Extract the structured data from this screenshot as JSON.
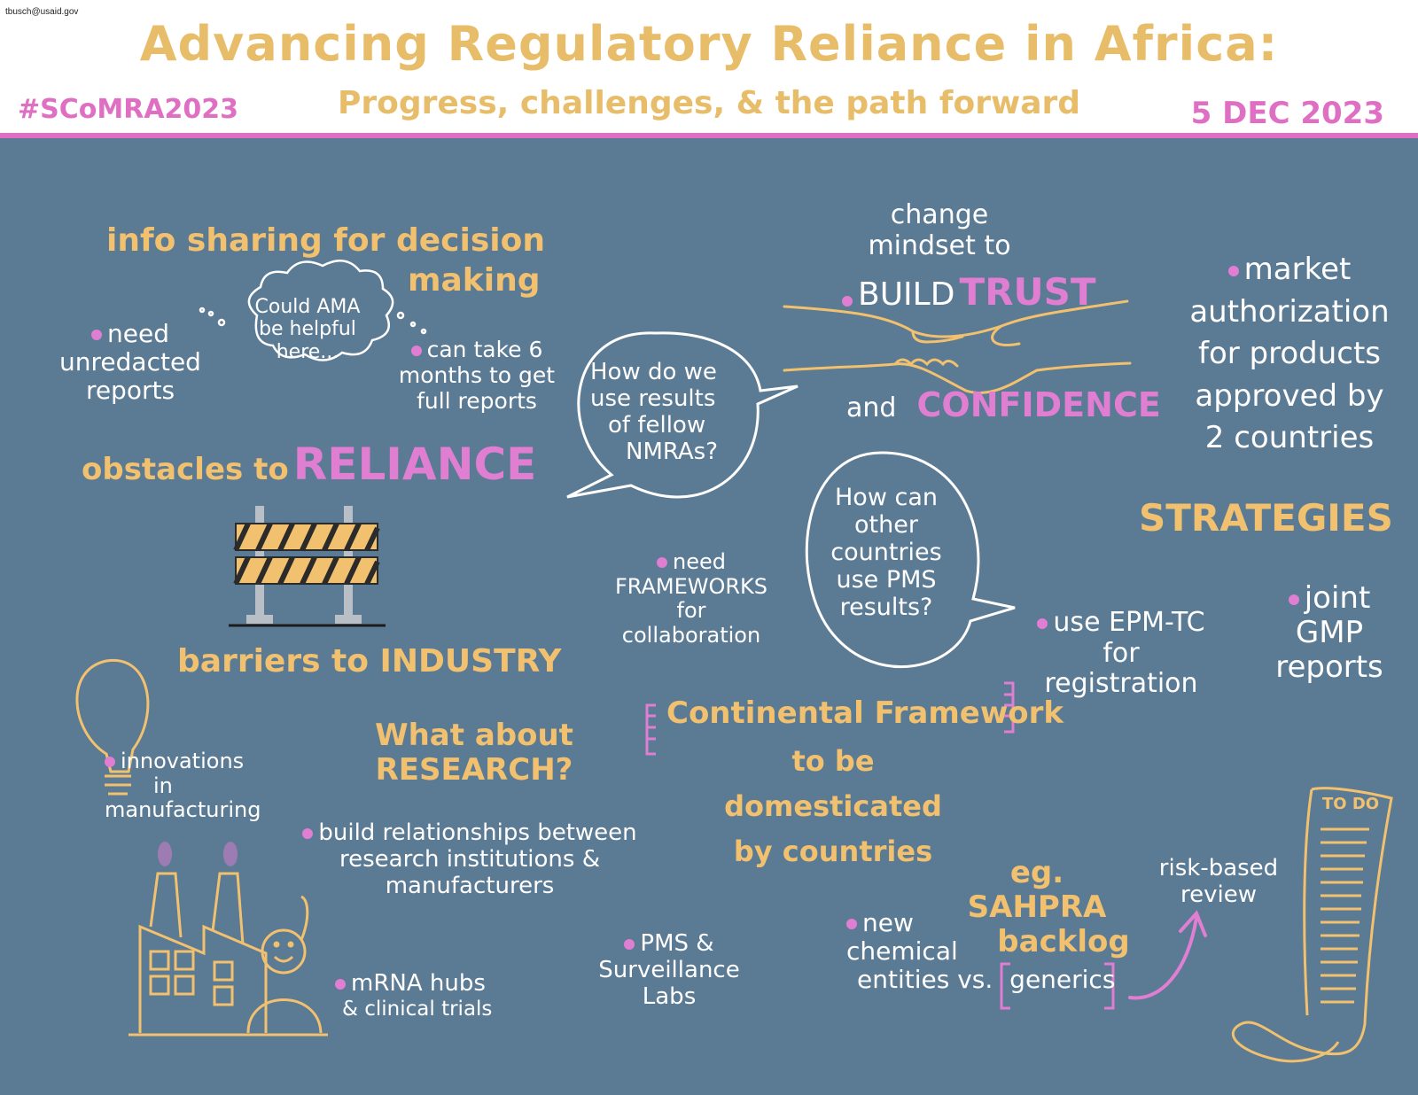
{
  "header": {
    "email": "tbusch@usaid.gov",
    "title": "Advancing Regulatory Reliance in Africa:",
    "subtitle": "Progress, challenges, & the path forward",
    "hashtag": "#SCoMRA2023",
    "date": "5 DEC 2023"
  },
  "colors": {
    "background": "#5b7a94",
    "yellow": "#f1c16f",
    "pink": "#e07ed2",
    "white": "#ffffff"
  },
  "left": {
    "info_heading_1": "info sharing for decision",
    "info_heading_2": "making",
    "need_1": "need",
    "need_2": "unredacted",
    "need_3": "reports",
    "cloud_1": "Could AMA",
    "cloud_2": "be helpful",
    "cloud_3": "here...",
    "months_1": "can take 6",
    "months_2": "months to get",
    "months_3": "full reports",
    "obstacles": "obstacles to",
    "reliance": "RELIANCE",
    "barriers": "barriers to INDUSTRY",
    "innov_1": "innovations",
    "innov_2": "in",
    "innov_3": "manufacturing",
    "mrna_1": "mRNA hubs",
    "mrna_2": "& clinical trials"
  },
  "center": {
    "bubble1_1": "How do we",
    "bubble1_2": "use results",
    "bubble1_3": "of fellow",
    "bubble1_4": "NMRAs?",
    "research_1": "What about",
    "research_2": "RESEARCH?",
    "build_1": "build relationships between",
    "build_2": "research institutions &",
    "build_3": "manufacturers",
    "frameworks_1": "need",
    "frameworks_2": "FRAMEWORKS",
    "frameworks_3": "for",
    "frameworks_4": "collaboration",
    "pms_1": "PMS &",
    "pms_2": "Surveillance",
    "pms_3": "Labs",
    "continental": "Continental Framework",
    "domesticated_1": "to be domesticated",
    "domesticated_2": "by countries"
  },
  "right": {
    "mindset_1": "change",
    "mindset_2": "mindset to",
    "build": "BUILD",
    "trust": "TRUST",
    "and": "and",
    "confidence": "CONFIDENCE",
    "market_1": "market",
    "market_2": "authorization",
    "market_3": "for products",
    "market_4": "approved by",
    "market_5": "2 countries",
    "bubble2_1": "How can",
    "bubble2_2": "other",
    "bubble2_3": "countries",
    "bubble2_4": "use PMS",
    "bubble2_5": "results?",
    "strategies": "STRATEGIES",
    "epm_1": "use EPM-TC",
    "epm_2": "for",
    "epm_3": "registration",
    "joint_1": "joint",
    "joint_2": "GMP",
    "joint_3": "reports",
    "sahpra_1": "eg. SAHPRA",
    "sahpra_2": "backlog",
    "nce_1": "new",
    "nce_2": "chemical",
    "nce_3": "entities vs.",
    "generics": "generics",
    "risk_1": "risk-based",
    "risk_2": "review",
    "todo": "TO DO"
  }
}
